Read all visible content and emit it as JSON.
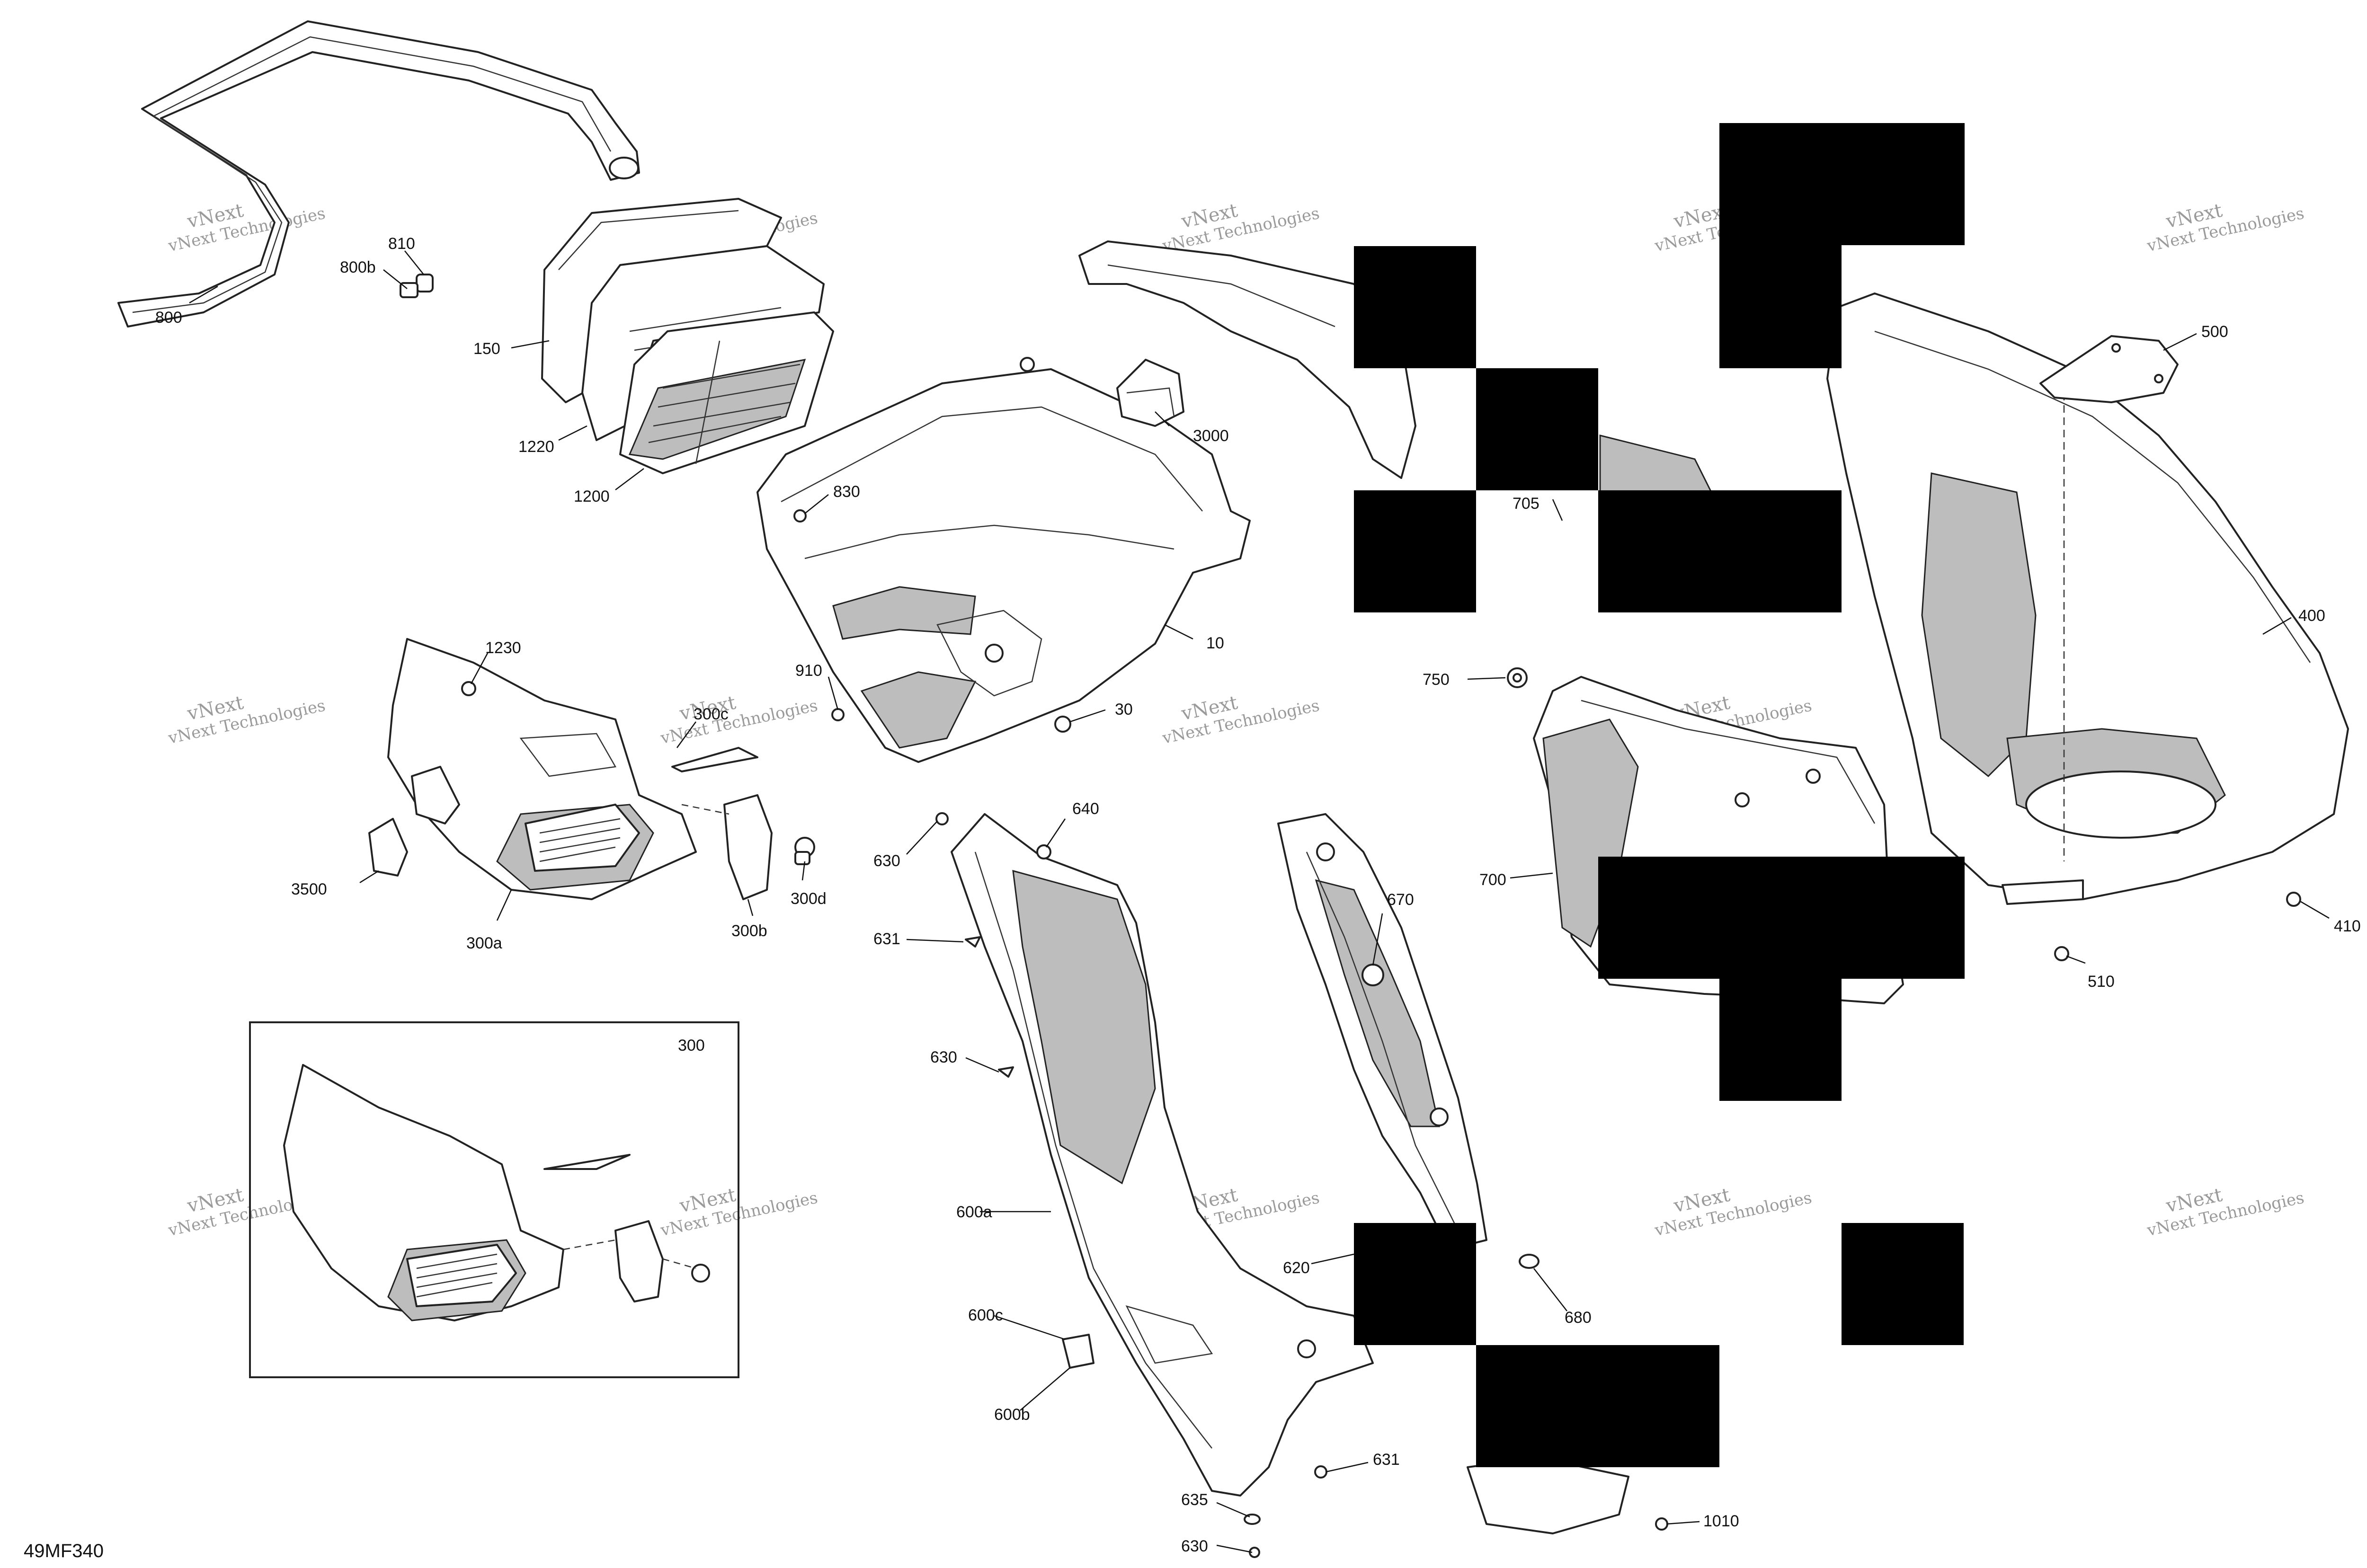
{
  "diagram_code": "49MF340",
  "watermark": {
    "line1": "vNext Technologies",
    "line2": "vNext",
    "line3": "Technologies"
  },
  "parts": {
    "p800": "800",
    "p800b": "800b",
    "p810": "810",
    "p150": "150",
    "p1220": "1220",
    "p1200": "1200",
    "p830": "830",
    "p10": "10",
    "p3000": "3000",
    "p705": "705",
    "p1230": "1230",
    "p910": "910",
    "p30": "30",
    "p300c": "300c",
    "p300d": "300d",
    "p300b": "300b",
    "p300a": "300a",
    "p3500": "3500",
    "p300": "300",
    "p640": "640",
    "p630a": "630",
    "p631a": "631",
    "p630b": "630",
    "p600a": "600a",
    "p600c": "600c",
    "p600b": "600b",
    "p620": "620",
    "p670": "670",
    "p680": "680",
    "p631b": "631",
    "p635": "635",
    "p630c": "630",
    "p1010": "1010",
    "p750": "750",
    "p700": "700",
    "p500": "500",
    "p400": "400",
    "p410": "410",
    "p510": "510"
  },
  "colors": {
    "line": "#222222",
    "shade": "#bdbdbd",
    "redaction": "#000000",
    "watermark": "#9a9a9a"
  }
}
